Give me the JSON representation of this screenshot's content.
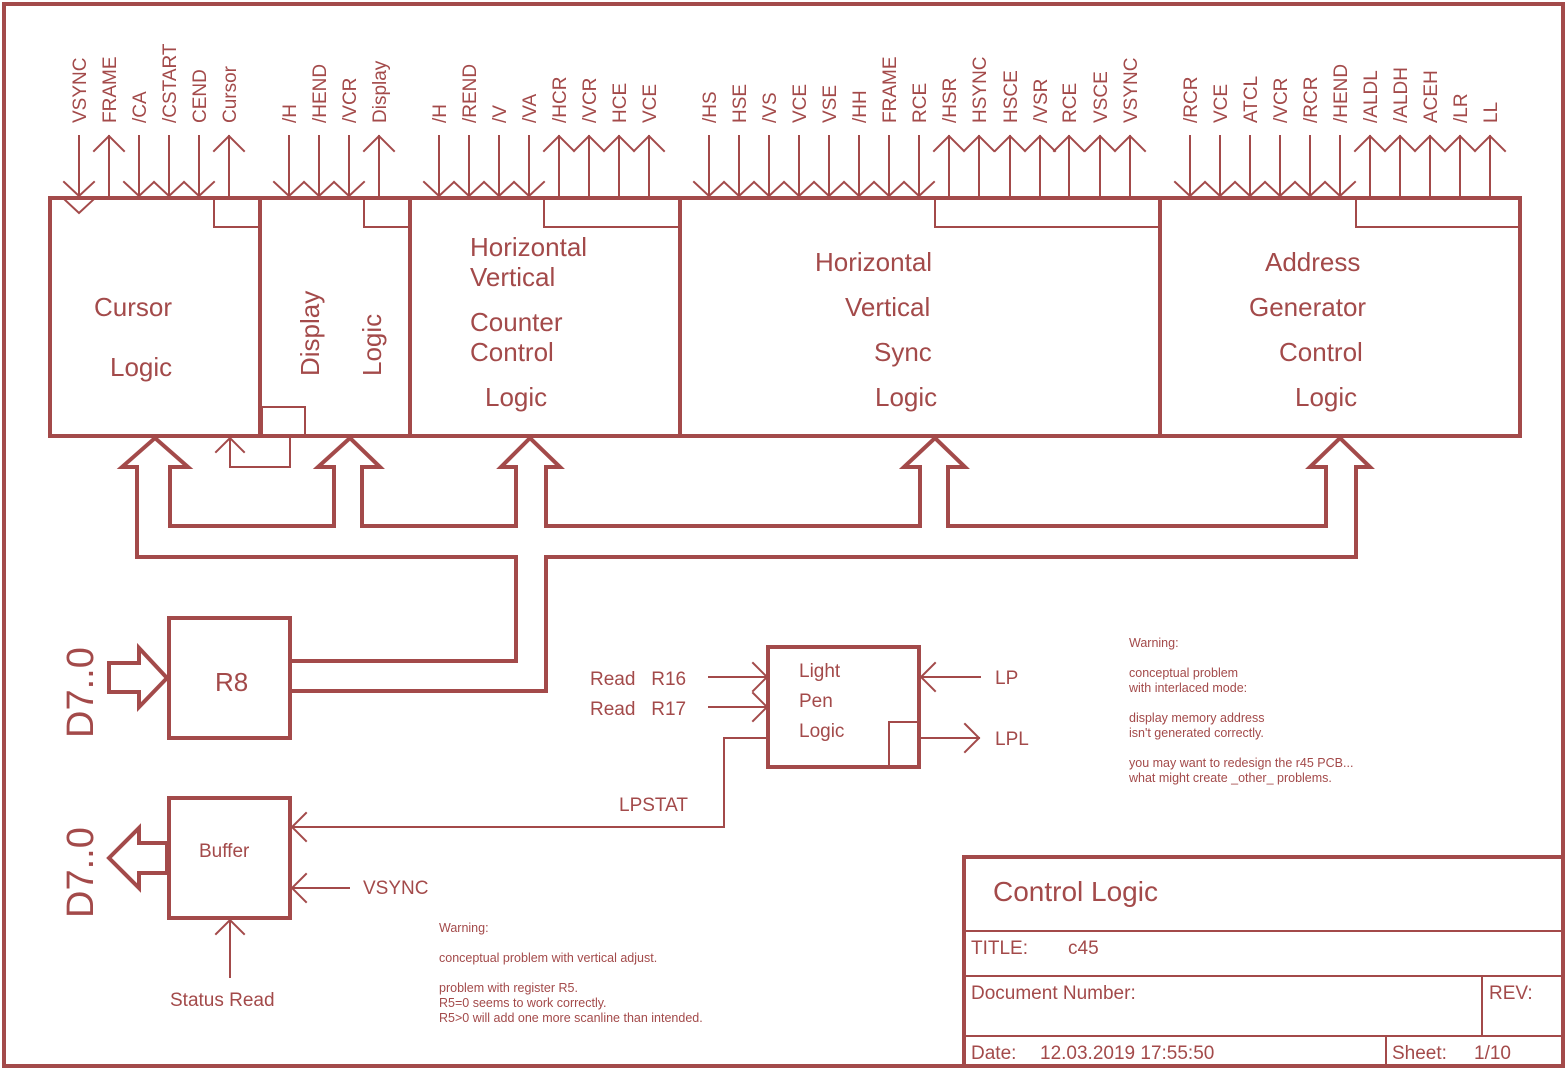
{
  "sheet": {
    "line_color": "#a34a4a",
    "background": "#ffffff"
  },
  "blocks": {
    "cursor": {
      "lines": [
        "Cursor",
        "Logic"
      ],
      "pins_in": [
        "VSYNC",
        "/CA",
        "/CSTART",
        "CEND"
      ],
      "pins_out": [
        "FRAME",
        "Cursor"
      ]
    },
    "display": {
      "lines": [
        "Display",
        "Logic"
      ],
      "pins_in": [
        "/H",
        "/HEND",
        "/VCR"
      ],
      "pins_out": [
        "Display"
      ]
    },
    "counter": {
      "lines": [
        "Horizontal",
        "Vertical",
        "Counter",
        "Control",
        "Logic"
      ],
      "pins_in": [
        "/H",
        "/REND",
        "/V",
        "/VA"
      ],
      "pins_out": [
        "/HCR",
        "/VCR",
        "HCE",
        "VCE"
      ]
    },
    "sync": {
      "lines": [
        "Horizontal",
        "Vertical",
        "Sync",
        "Logic"
      ],
      "pins_in": [
        "/HS",
        "HSE",
        "/VS",
        "VCE",
        "VSE",
        "/HH",
        "FRAME",
        "RCE"
      ],
      "pins_out": [
        "/HSR",
        "HSYNC",
        "HSCE",
        "/VSR",
        "RCE",
        "VSCE",
        "VSYNC"
      ]
    },
    "address": {
      "lines": [
        "Address",
        "Generator",
        "Control",
        "Logic"
      ],
      "pins_in": [
        "/RCR",
        "VCE",
        "ATCL",
        "/VCR",
        "/RCR",
        "/HEND"
      ],
      "pins_out": [
        "/ALDL",
        "/ALDH",
        "ACEH",
        "/LR",
        "LL"
      ]
    }
  },
  "r8": {
    "label": "R8",
    "bus": "D7..0"
  },
  "buffer": {
    "label": "Buffer",
    "bus": "D7..0",
    "vsync": "VSYNC",
    "status": "Status Read"
  },
  "lightpen": {
    "lines": [
      "Light",
      "Pen",
      "Logic"
    ],
    "read16": "Read   R16",
    "read17": "Read   R17",
    "lp": "LP",
    "lpl": "LPL",
    "lpstat": "LPSTAT"
  },
  "notes": {
    "interlace": [
      "Warning:",
      "",
      "conceptual problem",
      "with interlaced mode:",
      "",
      "display memory address",
      "isn't generated correctly.",
      "",
      "you may want to redesign the r45 PCB...",
      "what might create _other_ problems."
    ],
    "vadjust": [
      "Warning:",
      "",
      "conceptual problem with vertical adjust.",
      "",
      "problem with register R5.",
      "R5=0 seems to work correctly.",
      "R5>0 will add one more scanline than intended."
    ]
  },
  "titleblock": {
    "heading": "Control Logic",
    "title_label": "TITLE:",
    "title_value": "c45",
    "docnum_label": "Document Number:",
    "rev_label": "REV:",
    "date_label": "Date:",
    "date_value": "12.03.2019 17:55:50",
    "sheet_label": "Sheet:",
    "sheet_value": "1/10"
  }
}
